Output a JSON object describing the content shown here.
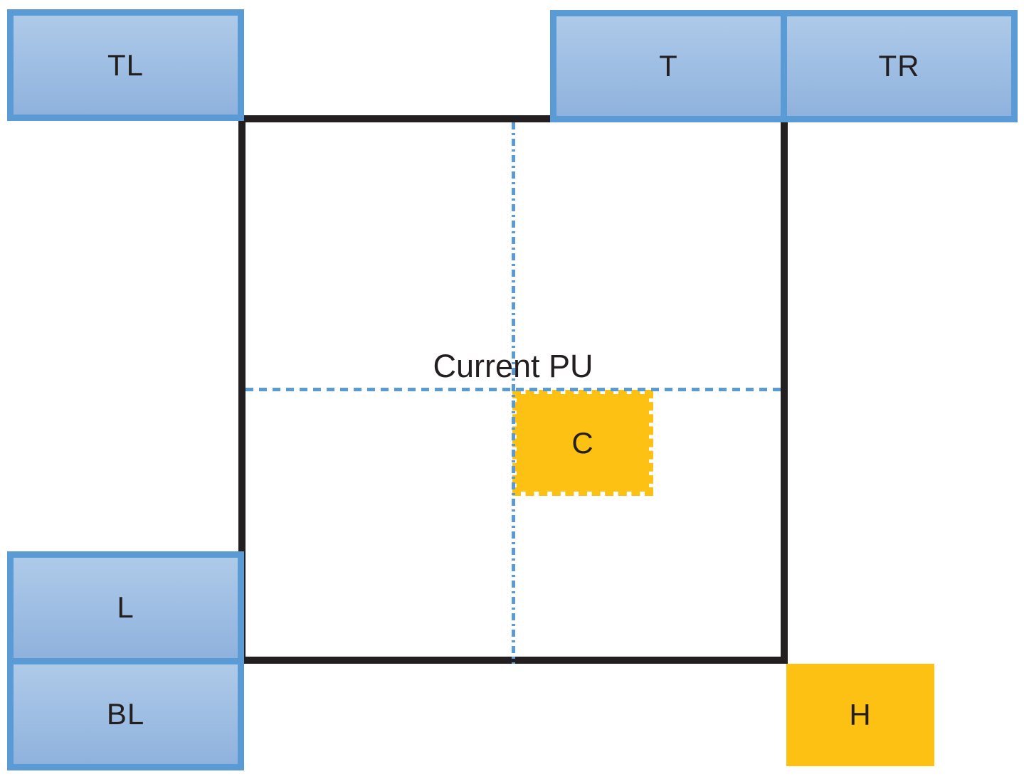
{
  "diagram": {
    "type": "block-diagram",
    "title": "Current PU",
    "blocks": {
      "tl": {
        "label": "TL"
      },
      "t": {
        "label": "T"
      },
      "tr": {
        "label": "TR"
      },
      "l": {
        "label": "L"
      },
      "bl": {
        "label": "BL"
      },
      "c": {
        "label": "C"
      },
      "h": {
        "label": "H"
      }
    },
    "colors": {
      "blue_border": "#5B9BD5",
      "blue_fill_top": "#AECAE9",
      "blue_fill_bottom": "#8FB2DD",
      "orange": "#FDC113",
      "ink": "#231F20",
      "guide": "#5B9BD5",
      "page_bg": "#FFFFFF"
    }
  }
}
